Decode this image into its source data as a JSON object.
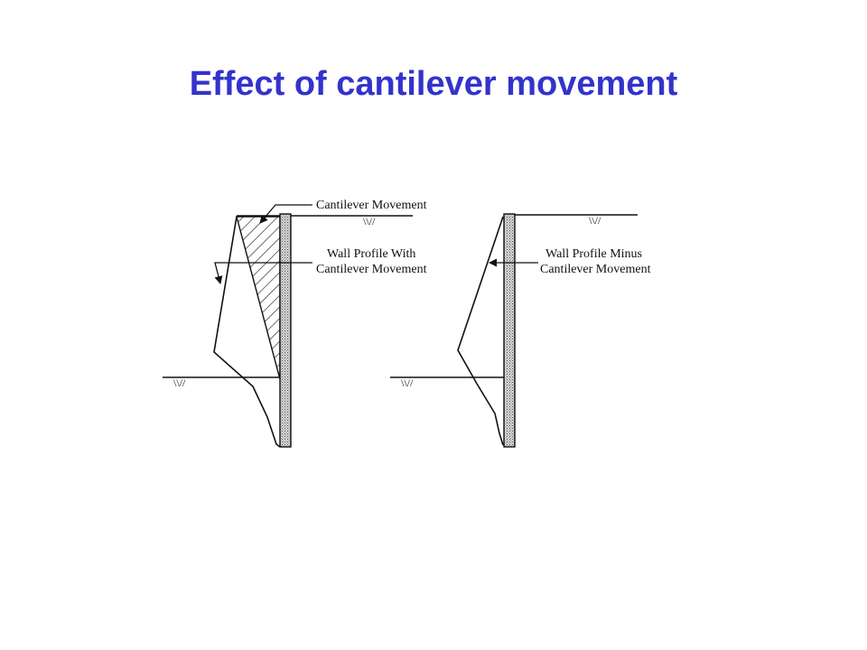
{
  "slide": {
    "title": "Effect of cantilever movement",
    "title_color": "#3333CC"
  },
  "diagram": {
    "ground_marker": "\\\\//",
    "left_panel": {
      "label_top": "Cantilever Movement",
      "label_mid_line1": "Wall Profile With",
      "label_mid_line2": "Cantilever Movement"
    },
    "right_panel": {
      "label_line1": "Wall Profile Minus",
      "label_line2": "Cantilever Movement"
    },
    "line_color": "#111111",
    "wall_fill": "#bdbdbd"
  }
}
